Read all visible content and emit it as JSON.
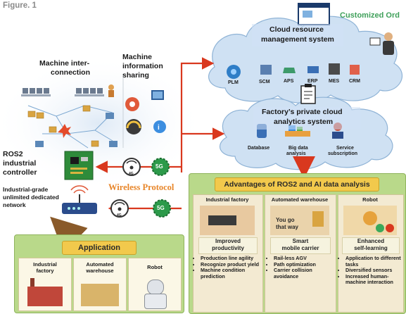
{
  "figure_label": "Figure. 1",
  "customized_order": "Customized Ord",
  "cloud_resource": {
    "title_line1": "Cloud resource",
    "title_line2": "management system",
    "items": [
      "PLM",
      "SCM",
      "APS",
      "ERP",
      "MES",
      "CRM"
    ]
  },
  "private_cloud": {
    "title_line1": "Factory’s private cloud",
    "title_line2": "analytics system",
    "items": [
      {
        "line1": "Database",
        "line2": ""
      },
      {
        "line1": "Big data",
        "line2": "analysis"
      },
      {
        "line1": "Service",
        "line2": "subscription"
      }
    ]
  },
  "machine_interconnection": {
    "line1": "Machine inter-",
    "line2": "connection"
  },
  "machine_info": {
    "line1": "Machine",
    "line2": "information",
    "line3": "sharing"
  },
  "controller": {
    "line1": "ROS2",
    "line2": "industrial",
    "line3": "controller"
  },
  "network": {
    "line1": "Industrial-grade",
    "line2": "unlimited dedicated",
    "line3": "network"
  },
  "wireless_protocol": "Wireless Protocol",
  "badges": {
    "g4": "4G",
    "g5": "5G"
  },
  "application": {
    "title": "Application",
    "items": [
      {
        "line1": "Industrial",
        "line2": "factory"
      },
      {
        "line1": "Automated",
        "line2": "warehouse"
      },
      {
        "line1": "Robot",
        "line2": ""
      }
    ]
  },
  "advantages": {
    "title": "Advantages of ROS2 and AI data analysis",
    "columns": [
      {
        "header": "Industrial factory",
        "sub_line1": "Improved",
        "sub_line2": "productivity",
        "bullets": [
          "Production line agility",
          "Recognize product yield",
          "Machine condition prediction"
        ]
      },
      {
        "header": "Automated warehouse",
        "sub_line1": "Smart",
        "sub_line2": "mobile carrier",
        "bullets": [
          "Rail-less AGV",
          "Path optimization",
          "Carrier collision avoidance"
        ]
      },
      {
        "header": "Robot",
        "sub_line1": "Enhanced",
        "sub_line2": "self-learning",
        "bullets": [
          "Application to different tasks",
          "Diversified sensors",
          "Increased human-machine interaction"
        ]
      }
    ],
    "bubble_line1": "You go",
    "bubble_line2": "that way"
  },
  "colors": {
    "arrow_red": "#d9381e",
    "cloud_blue": "#cfe1f3",
    "panel_green": "#b9d98a",
    "header_yellow": "#f2c94c",
    "wireless_orange": "#e8862a"
  }
}
